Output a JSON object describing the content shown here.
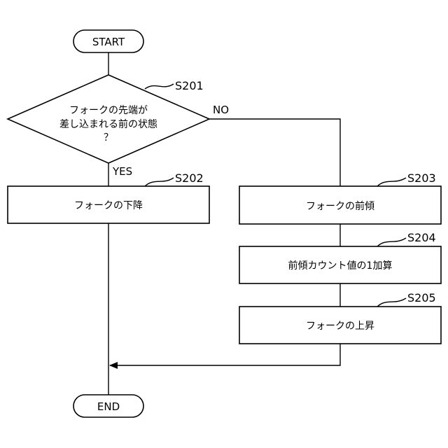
{
  "start": "START",
  "end": "END",
  "decision": {
    "step": "S201",
    "lines": [
      "フォークの先端が",
      "差し込まれる前の状態",
      "？"
    ],
    "yes": "YES",
    "no": "NO"
  },
  "s202": {
    "step": "S202",
    "text": "フォークの下降"
  },
  "s203": {
    "step": "S203",
    "text": "フォークの前傾"
  },
  "s204": {
    "step": "S204",
    "text": "前傾カウント値の1加算"
  },
  "s205": {
    "step": "S205",
    "text": "フォークの上昇"
  }
}
